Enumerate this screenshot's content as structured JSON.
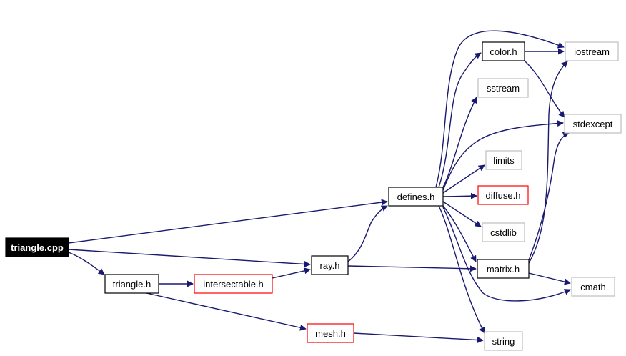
{
  "diagram": {
    "colors": {
      "edge": "#191970",
      "root_fill": "#000000",
      "root_text": "#ffffff",
      "documented_border": "#000000",
      "truncated_border": "#ff0000",
      "external_border": "#bfbfbf",
      "node_fill": "#ffffff",
      "node_text": "#000000"
    },
    "nodes": [
      {
        "id": "triangle_cpp",
        "label": "triangle.cpp",
        "kind": "root"
      },
      {
        "id": "triangle_h",
        "label": "triangle.h",
        "kind": "documented"
      },
      {
        "id": "intersectable_h",
        "label": "intersectable.h",
        "kind": "truncated"
      },
      {
        "id": "ray_h",
        "label": "ray.h",
        "kind": "documented"
      },
      {
        "id": "mesh_h",
        "label": "mesh.h",
        "kind": "truncated"
      },
      {
        "id": "defines_h",
        "label": "defines.h",
        "kind": "documented"
      },
      {
        "id": "color_h",
        "label": "color.h",
        "kind": "documented"
      },
      {
        "id": "sstream",
        "label": "sstream",
        "kind": "external"
      },
      {
        "id": "limits",
        "label": "limits",
        "kind": "external"
      },
      {
        "id": "diffuse_h",
        "label": "diffuse.h",
        "kind": "truncated"
      },
      {
        "id": "cstdlib",
        "label": "cstdlib",
        "kind": "external"
      },
      {
        "id": "matrix_h",
        "label": "matrix.h",
        "kind": "documented"
      },
      {
        "id": "string",
        "label": "string",
        "kind": "external"
      },
      {
        "id": "iostream",
        "label": "iostream",
        "kind": "external"
      },
      {
        "id": "stdexcept",
        "label": "stdexcept",
        "kind": "external"
      },
      {
        "id": "cmath",
        "label": "cmath",
        "kind": "external"
      }
    ],
    "edges": [
      {
        "from": "triangle_cpp",
        "to": "defines_h"
      },
      {
        "from": "triangle_cpp",
        "to": "ray_h"
      },
      {
        "from": "triangle_cpp",
        "to": "triangle_h"
      },
      {
        "from": "triangle_h",
        "to": "intersectable_h"
      },
      {
        "from": "triangle_h",
        "to": "mesh_h"
      },
      {
        "from": "intersectable_h",
        "to": "ray_h"
      },
      {
        "from": "ray_h",
        "to": "defines_h"
      },
      {
        "from": "ray_h",
        "to": "matrix_h"
      },
      {
        "from": "mesh_h",
        "to": "string"
      },
      {
        "from": "defines_h",
        "to": "iostream"
      },
      {
        "from": "defines_h",
        "to": "color_h"
      },
      {
        "from": "defines_h",
        "to": "sstream"
      },
      {
        "from": "defines_h",
        "to": "stdexcept"
      },
      {
        "from": "defines_h",
        "to": "limits"
      },
      {
        "from": "defines_h",
        "to": "diffuse_h"
      },
      {
        "from": "defines_h",
        "to": "cstdlib"
      },
      {
        "from": "defines_h",
        "to": "matrix_h"
      },
      {
        "from": "defines_h",
        "to": "cmath"
      },
      {
        "from": "defines_h",
        "to": "string"
      },
      {
        "from": "color_h",
        "to": "iostream"
      },
      {
        "from": "color_h",
        "to": "stdexcept"
      },
      {
        "from": "matrix_h",
        "to": "iostream"
      },
      {
        "from": "matrix_h",
        "to": "stdexcept"
      },
      {
        "from": "matrix_h",
        "to": "cmath"
      }
    ]
  }
}
